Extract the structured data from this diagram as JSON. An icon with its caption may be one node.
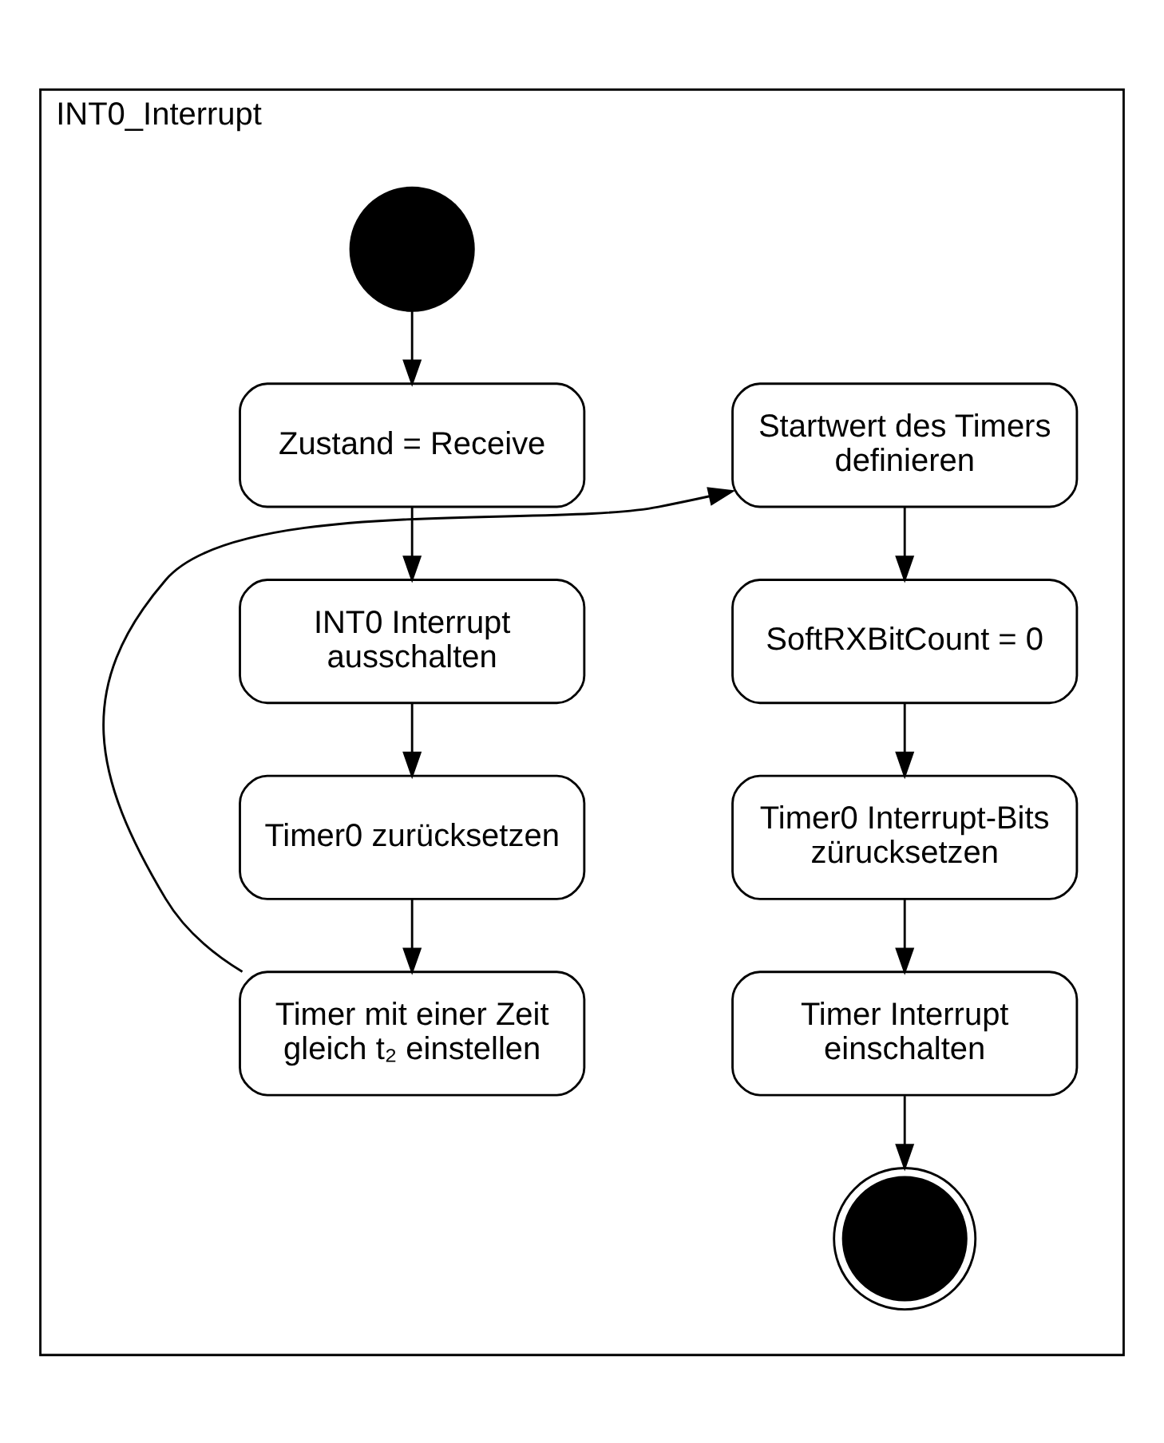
{
  "diagram": {
    "nodes": [
      {
        "text": [
          "INT0_Interrupt"
        ]
      },
      {
        "text": [],
        "shape": "circle",
        "in": 0
      },
      {
        "text": [
          "Zustand = Receive"
        ],
        "in": 0
      },
      {
        "text": [
          "INT0 Interrupt ausschalten"
        ],
        "in": 0
      },
      {
        "text": [
          "Timer0 zurücksetzen"
        ],
        "in": 0
      },
      {
        "text": [
          "Timer mit einer Zeit gleich t₂ einstellen"
        ],
        "in": 0
      },
      {
        "text": [
          "Startwert des Timers definieren"
        ],
        "in": 0
      },
      {
        "text": [
          "SoftRXBitCount = 0"
        ],
        "in": 0
      },
      {
        "text": [
          "Timer0 Interrupt-Bits zürucksetzen"
        ],
        "in": 0
      },
      {
        "text": [
          "Timer Interrupt einschalten"
        ],
        "in": 0
      },
      {
        "text": [],
        "shape": "circle",
        "in": 0
      }
    ],
    "edges": [
      {
        "from": 1,
        "to": 2,
        "arrow": "to"
      },
      {
        "from": 2,
        "to": 3,
        "arrow": "to"
      },
      {
        "from": 3,
        "to": 4,
        "arrow": "to"
      },
      {
        "from": 4,
        "to": 5,
        "arrow": "to"
      },
      {
        "from": 5,
        "to": 6,
        "arrow": "to"
      },
      {
        "from": 6,
        "to": 7,
        "arrow": "to"
      },
      {
        "from": 7,
        "to": 8,
        "arrow": "to"
      },
      {
        "from": 8,
        "to": 9,
        "arrow": "to"
      },
      {
        "from": 9,
        "to": 10,
        "arrow": "to"
      }
    ]
  }
}
